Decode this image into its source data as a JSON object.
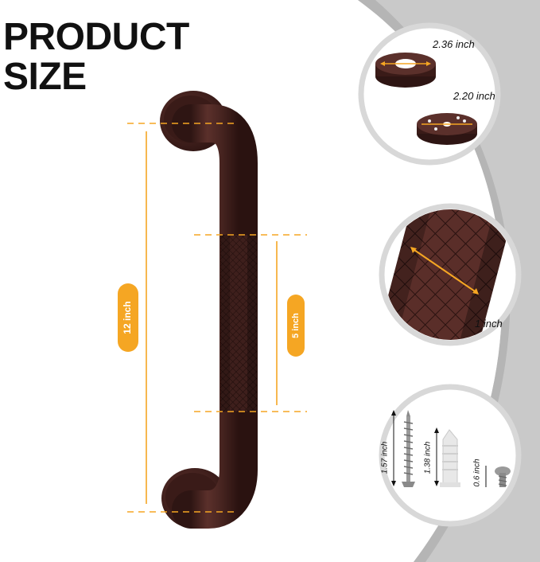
{
  "title": {
    "line1": "PRODUCT",
    "line2": "SIZE"
  },
  "dimensions": {
    "length": "12 inch",
    "grip": "5 inch",
    "flange_top": "2.36 inch",
    "flange_bottom": "2.20 inch",
    "diameter": "1 inch",
    "screw_long": "1.57 inch",
    "anchor": "1.38 inch",
    "screw_short": "0.6 inch"
  },
  "colors": {
    "accent": "#f5a623",
    "bar": "#4a2622",
    "panel": "#c9c9c9"
  },
  "icons": [
    "grab-bar",
    "flange-cover",
    "flange-base",
    "knurl-closeup",
    "screw",
    "wall-anchor",
    "short-screw"
  ]
}
